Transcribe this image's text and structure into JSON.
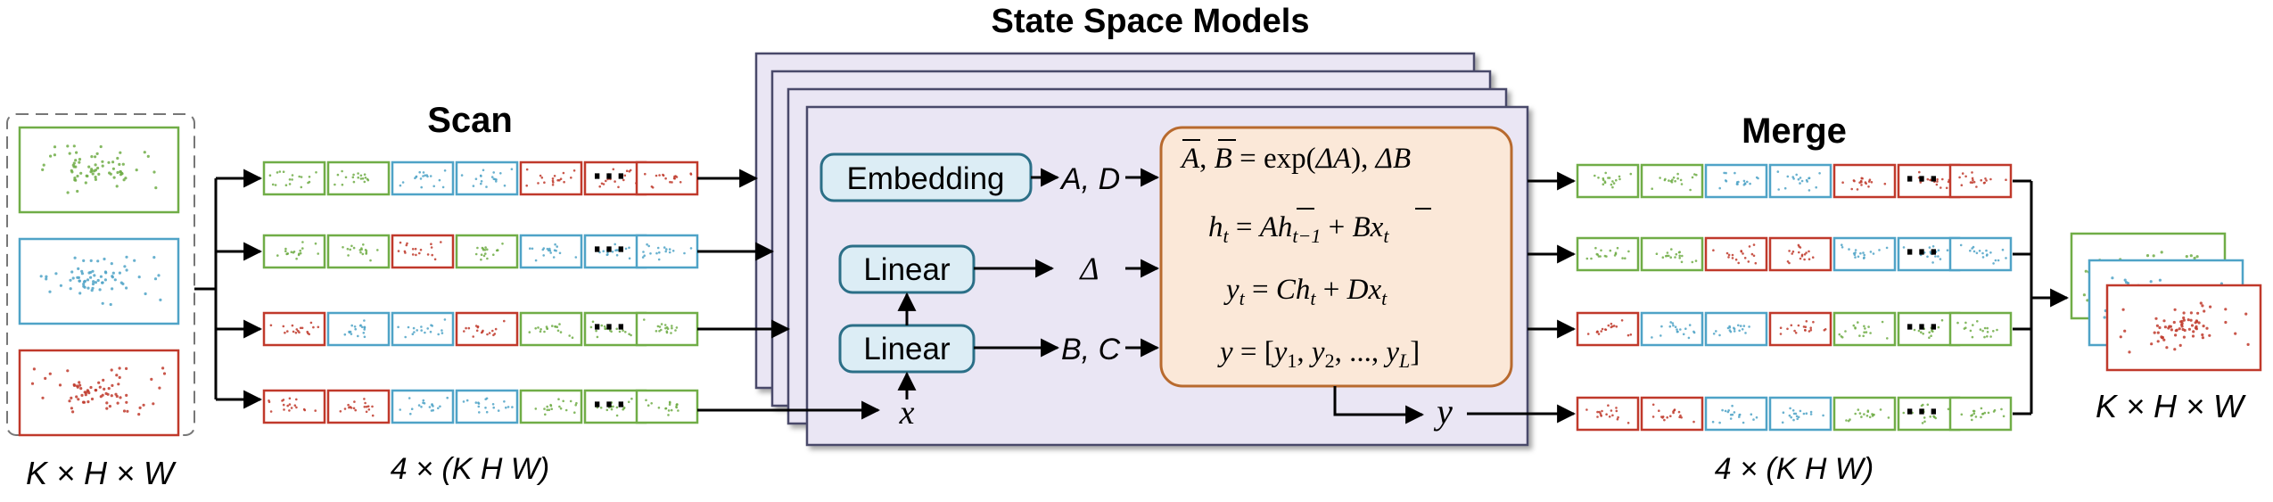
{
  "title": "State Space Models",
  "input": {
    "dims_label": "K × H × W"
  },
  "scan": {
    "title": "Scan",
    "dims_label": "4 × (K H W)",
    "ellipsis": "⋯"
  },
  "merge": {
    "title": "Merge",
    "dims_label": "4 × (K H W)",
    "ellipsis": "⋯"
  },
  "output": {
    "dims_label": "K × H × W"
  },
  "ssm": {
    "embedding_label": "Embedding",
    "linear_top_label": "Linear",
    "linear_bottom_label": "Linear",
    "ad_label": "A, D",
    "delta_label": "Δ",
    "bc_label": "B, C",
    "x_label": "x",
    "y_label": "y",
    "eq1_a": "A̅, B̅ = ",
    "eq1_b": "exp",
    "eq1_c": "(ΔA), ΔB",
    "eq2": "h",
    "eq3": "y",
    "eq4": "y"
  },
  "colors": {
    "green": "#70ad47",
    "blue": "#4fa3c7",
    "red": "#c0392b",
    "panel_fill": "#eae6f4",
    "panel_stroke": "#4a4a6a",
    "block_fill": "#dcedf5",
    "block_stroke": "#2b6f87",
    "eq_fill": "#fbe8d8",
    "eq_stroke": "#b86a2e"
  },
  "scan_rows": [
    [
      "green",
      "green",
      "blue",
      "blue",
      "red",
      "red"
    ],
    [
      "green",
      "green",
      "red",
      "green",
      "blue",
      "blue"
    ],
    [
      "red",
      "blue",
      "blue",
      "red",
      "green",
      "green"
    ],
    [
      "red",
      "red",
      "blue",
      "blue",
      "green",
      "green"
    ]
  ],
  "merge_rows": [
    [
      "green",
      "green",
      "blue",
      "blue",
      "red",
      "red"
    ],
    [
      "green",
      "green",
      "red",
      "red",
      "blue",
      "blue"
    ],
    [
      "red",
      "blue",
      "blue",
      "red",
      "green",
      "green"
    ],
    [
      "red",
      "red",
      "blue",
      "blue",
      "green",
      "green"
    ]
  ]
}
